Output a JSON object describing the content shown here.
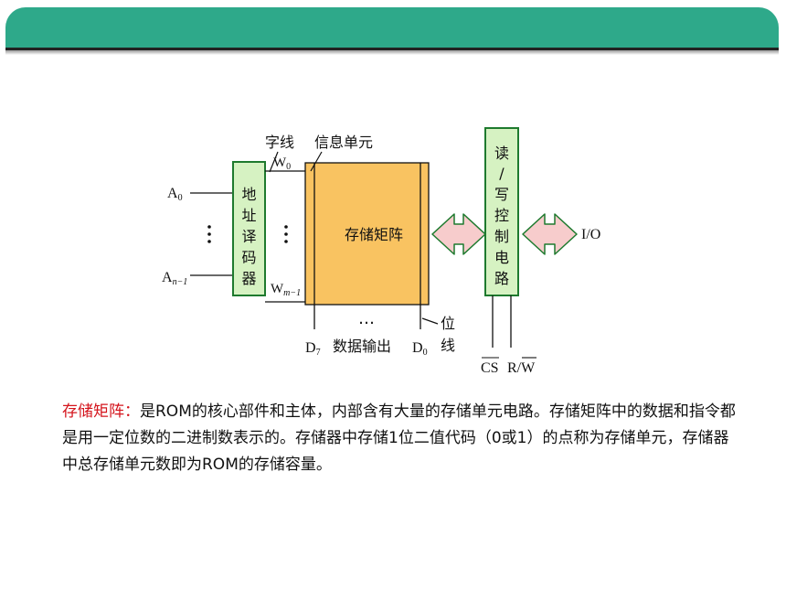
{
  "diagram": {
    "labels": {
      "word_line": "字线",
      "info_unit": "信息单元",
      "w0": "W",
      "w0_sub": "0",
      "wm": "W",
      "wm_sub": "m−1",
      "a0": "A",
      "a0_sub": "0",
      "an": "A",
      "an_sub": "n−1",
      "decoder": [
        "地",
        "址",
        "译",
        "码",
        "器"
      ],
      "matrix": "存储矩阵",
      "rw_control": [
        "读",
        "/",
        "写",
        "控",
        "制",
        "电",
        "路"
      ],
      "io": "I/O",
      "ellipsis": "…",
      "data_out": "数据输出",
      "d7": "D",
      "d7_sub": "7",
      "d0": "D",
      "d0_sub": "0",
      "bit_line": [
        "位",
        "线"
      ],
      "cs": "CS",
      "rw": "R/W",
      "rw_r": "R/",
      "rw_w": "W"
    }
  },
  "description": {
    "term": "存储矩阵：",
    "body": "是ROM的核心部件和主体，内部含有大量的存储单元电路。存储矩阵中的数据和指令都是用一定位数的二进制数表示的。存储器中存储1位二值代码（0或1）的点称为存储单元，存储器中总存储单元数即为ROM的存储容量。"
  },
  "colors": {
    "header": "#2ea98a",
    "decoder_fill": "#d6f2c2",
    "matrix_fill": "#f9c361",
    "arrow_fill": "#f7cccc",
    "term": "#d4141c"
  }
}
